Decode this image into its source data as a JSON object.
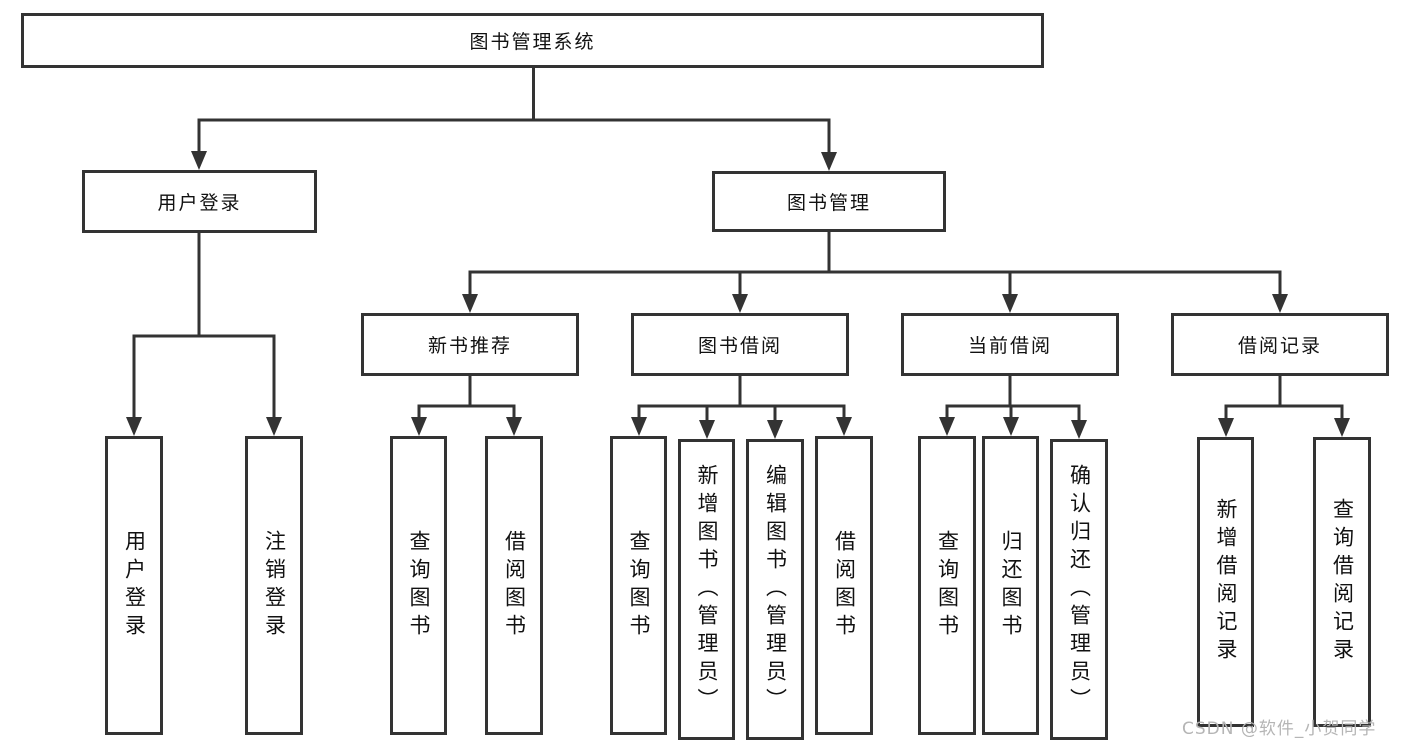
{
  "nodes": {
    "root": "图书管理系统",
    "user_login": {
      "label": "用户登录",
      "children": [
        "用户登录",
        "注销登录"
      ]
    },
    "book_management": {
      "label": "图书管理",
      "groups": [
        {
          "label": "新书推荐",
          "children": [
            "查询图书",
            "借阅图书"
          ]
        },
        {
          "label": "图书借阅",
          "children": [
            "查询图书",
            "新增图书（管理员）",
            "编辑图书（管理员）",
            "借阅图书"
          ]
        },
        {
          "label": "当前借阅",
          "children": [
            "查询图书",
            "归还图书",
            "确认归还（管理员）"
          ]
        },
        {
          "label": "借阅记录",
          "children": [
            "新增借阅记录",
            "查询借阅记录"
          ]
        }
      ]
    }
  },
  "watermark": "CSDN @软件_小贺同学",
  "colors": {
    "line": "#333333",
    "box_border": "#333333",
    "text": "#111111",
    "background": "#ffffff",
    "watermark": "#b5b5b5"
  }
}
